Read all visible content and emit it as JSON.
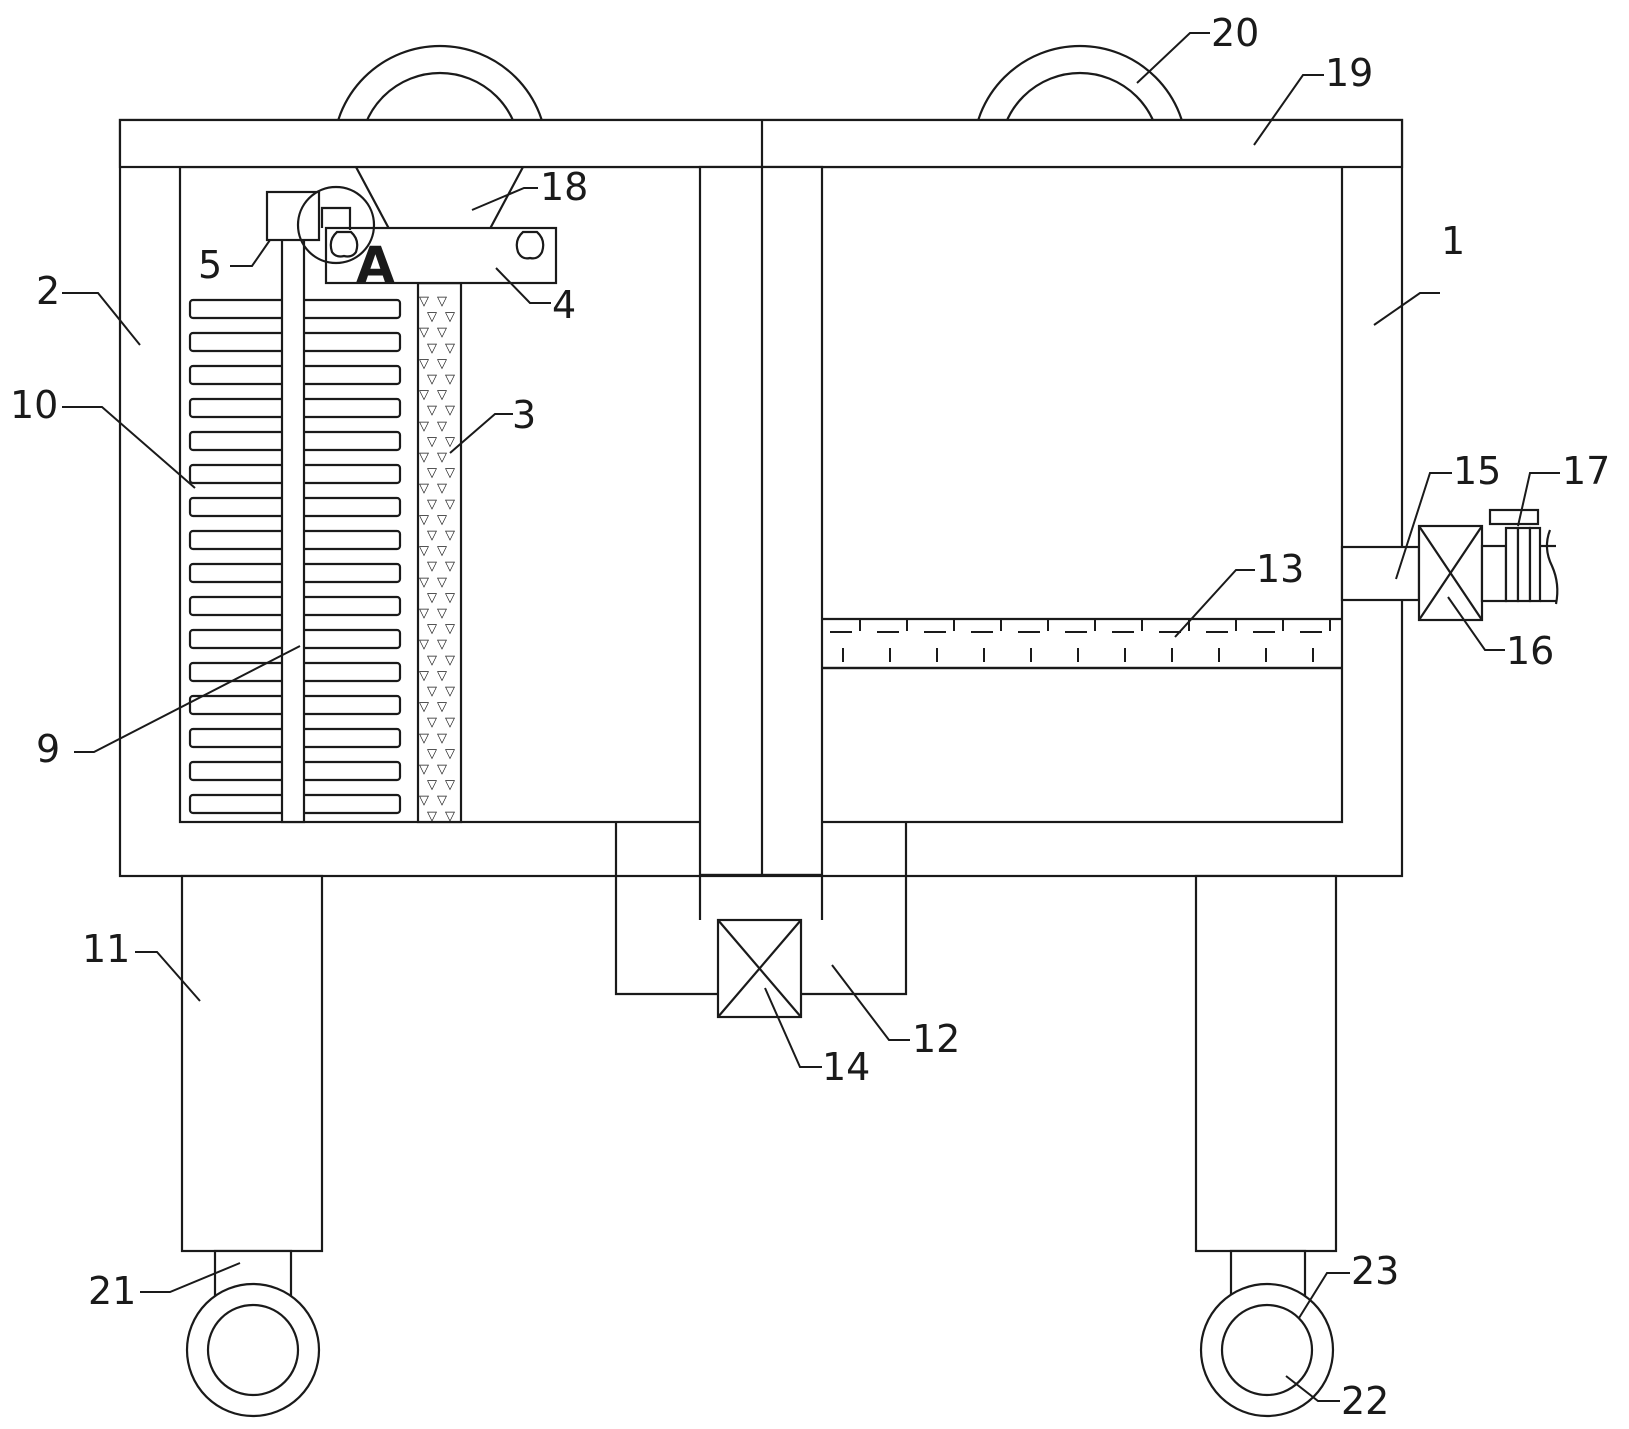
{
  "detail_marker": "A",
  "callouts": {
    "c1": "1",
    "c2": "2",
    "c3": "3",
    "c4": "4",
    "c5": "5",
    "c9": "9",
    "c10": "10",
    "c11": "11",
    "c12": "12",
    "c13": "13",
    "c14": "14",
    "c15": "15",
    "c16": "16",
    "c17": "17",
    "c18": "18",
    "c19": "19",
    "c20": "20",
    "c21": "21",
    "c22": "22",
    "c23": "23"
  },
  "colors": {
    "line": "#1a1a1a",
    "background": "#ffffff"
  }
}
